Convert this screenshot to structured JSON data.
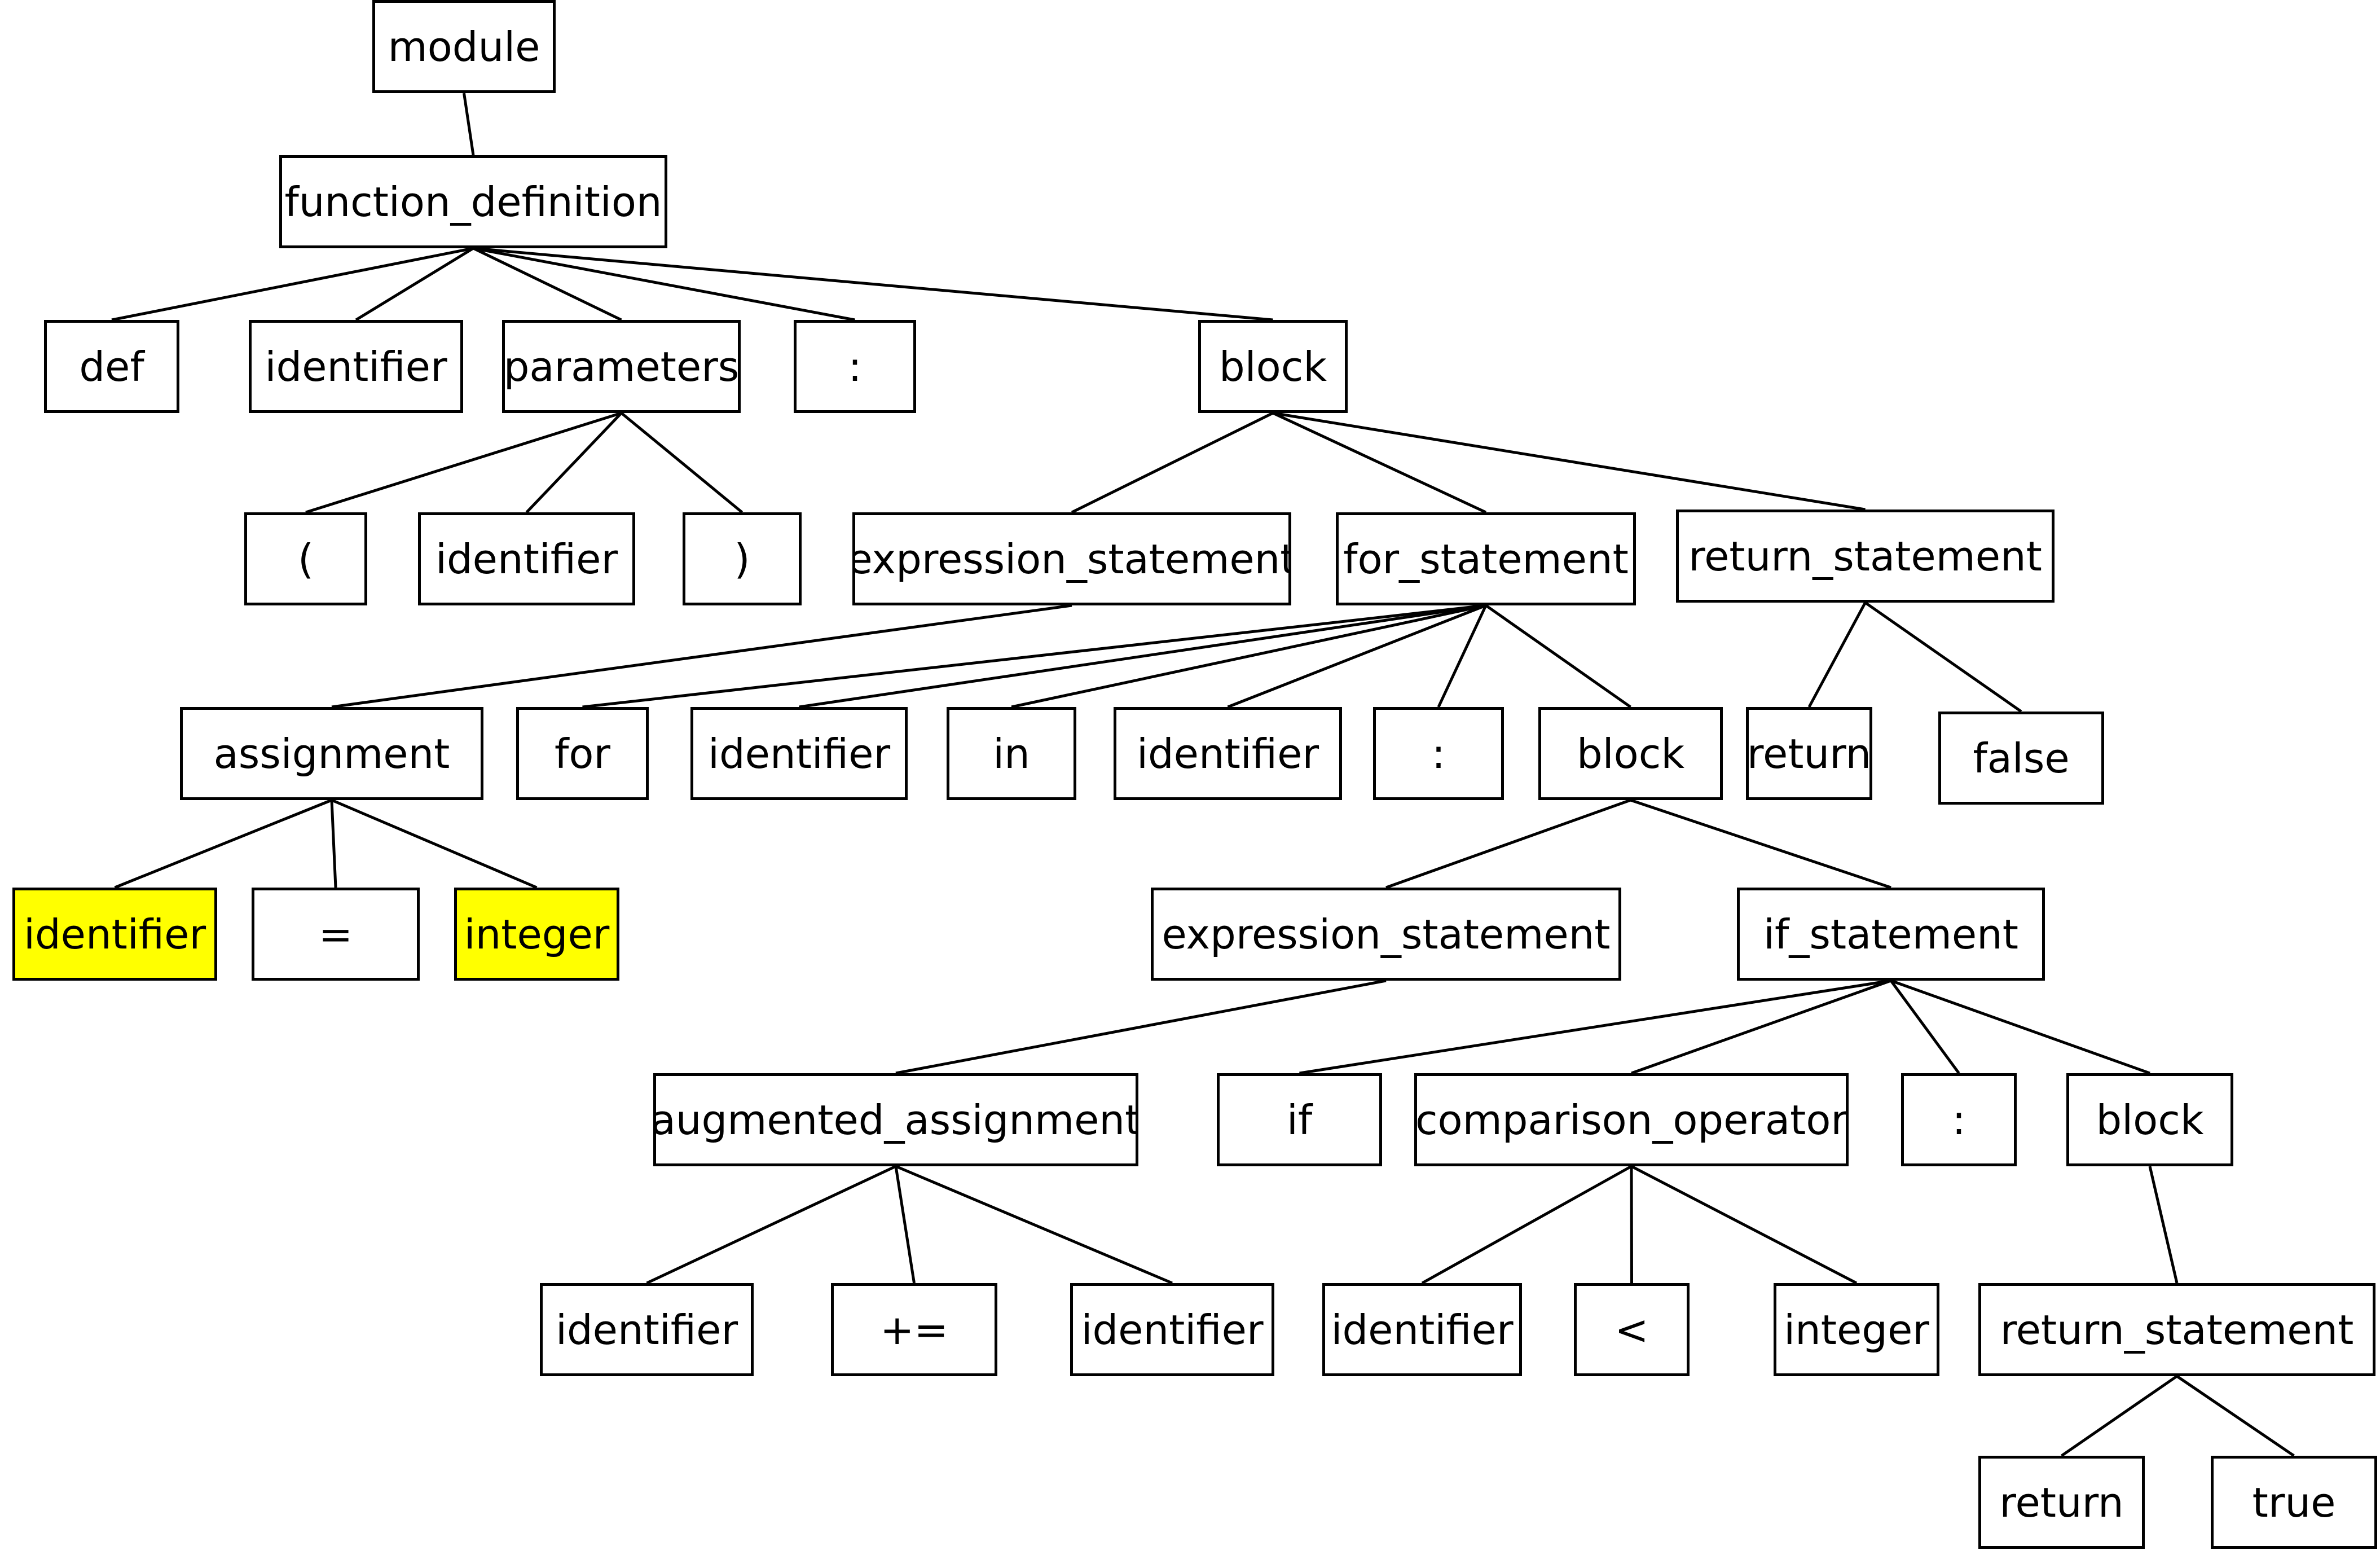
{
  "colors": {
    "highlight": "#ffff00",
    "line": "#000000",
    "background": "#ffffff"
  },
  "nodes": [
    {
      "id": "n1",
      "label": "module",
      "parent": null
    },
    {
      "id": "n2",
      "label": "function_definition",
      "parent": "n1"
    },
    {
      "id": "n3",
      "label": "def",
      "parent": "n2"
    },
    {
      "id": "n4",
      "label": "identifier",
      "parent": "n2"
    },
    {
      "id": "n5",
      "label": "parameters",
      "parent": "n2"
    },
    {
      "id": "n6",
      "label": ":",
      "parent": "n2"
    },
    {
      "id": "n7",
      "label": "block",
      "parent": "n2"
    },
    {
      "id": "n8",
      "label": "(",
      "parent": "n5"
    },
    {
      "id": "n9",
      "label": "identifier",
      "parent": "n5"
    },
    {
      "id": "n10",
      "label": ")",
      "parent": "n5"
    },
    {
      "id": "n11",
      "label": "expression_statement",
      "parent": "n7"
    },
    {
      "id": "n12",
      "label": "for_statement",
      "parent": "n7"
    },
    {
      "id": "n13",
      "label": "return_statement",
      "parent": "n7"
    },
    {
      "id": "n14",
      "label": "assignment",
      "parent": "n11"
    },
    {
      "id": "n15",
      "label": "for",
      "parent": "n12"
    },
    {
      "id": "n16",
      "label": "identifier",
      "parent": "n12"
    },
    {
      "id": "n17",
      "label": "in",
      "parent": "n12"
    },
    {
      "id": "n18",
      "label": "identifier",
      "parent": "n12"
    },
    {
      "id": "n19",
      "label": ":",
      "parent": "n12"
    },
    {
      "id": "n20",
      "label": "block",
      "parent": "n12"
    },
    {
      "id": "n21",
      "label": "return",
      "parent": "n13"
    },
    {
      "id": "n22",
      "label": "false",
      "parent": "n13"
    },
    {
      "id": "n23",
      "label": "identifier",
      "parent": "n14",
      "highlighted": true
    },
    {
      "id": "n24",
      "label": "=",
      "parent": "n14"
    },
    {
      "id": "n25",
      "label": "integer",
      "parent": "n14",
      "highlighted": true
    },
    {
      "id": "n26",
      "label": "expression_statement",
      "parent": "n20"
    },
    {
      "id": "n27",
      "label": "if_statement",
      "parent": "n20"
    },
    {
      "id": "n28",
      "label": "augmented_assignment",
      "parent": "n26"
    },
    {
      "id": "n29",
      "label": "if",
      "parent": "n27"
    },
    {
      "id": "n30",
      "label": "comparison_operator",
      "parent": "n27"
    },
    {
      "id": "n31",
      "label": ":",
      "parent": "n27"
    },
    {
      "id": "n32",
      "label": "block",
      "parent": "n27"
    },
    {
      "id": "n33",
      "label": "identifier",
      "parent": "n28"
    },
    {
      "id": "n34",
      "label": "+=",
      "parent": "n28"
    },
    {
      "id": "n35",
      "label": "identifier",
      "parent": "n28"
    },
    {
      "id": "n36",
      "label": "identifier",
      "parent": "n30"
    },
    {
      "id": "n37",
      "label": "<",
      "parent": "n30"
    },
    {
      "id": "n38",
      "label": "integer",
      "parent": "n30"
    },
    {
      "id": "n39",
      "label": "return_statement",
      "parent": "n32"
    },
    {
      "id": "n40",
      "label": "return",
      "parent": "n39"
    },
    {
      "id": "n41",
      "label": "true",
      "parent": "n39"
    }
  ]
}
